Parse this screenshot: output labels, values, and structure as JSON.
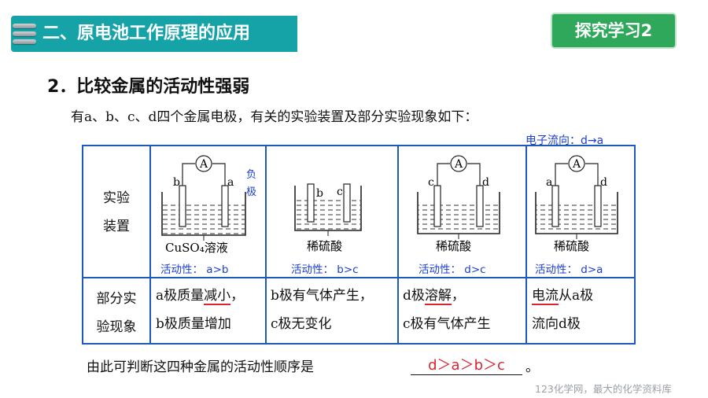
{
  "header": {
    "title": "二、原电池工作原理的应用",
    "badge": "探究学习2"
  },
  "section": {
    "subtitle": "2．比较金属的活动性强弱",
    "intro": "有a、b、c、d四个金属电极，有关的实验装置及部分实验现象如下："
  },
  "electron_flow_note": "电子流向：d→a",
  "table": {
    "row1_label_line1": "实验",
    "row1_label_line2": "装置",
    "row2_label_line1": "部分实",
    "row2_label_line2": "验现象",
    "experiments": [
      {
        "left_electrode": "b",
        "right_electrode": "a",
        "meter": "A",
        "has_meter": true,
        "solution": "CuSO₄溶液",
        "note": "负极",
        "activity": "活动性： a>b",
        "obs_line1_pre": "a极质量",
        "obs_line1_mark": "减小",
        "obs_line1_post": "，",
        "obs_line2": "b极质量增加"
      },
      {
        "left_electrode": "b",
        "right_electrode": "c",
        "meter": "",
        "has_meter": false,
        "solution": "稀硫酸",
        "note": "",
        "activity": "活动性： b>c",
        "obs_line1_pre": "b极有气体产生，",
        "obs_line1_mark": "",
        "obs_line1_post": "",
        "obs_line2": "c极无变化"
      },
      {
        "left_electrode": "c",
        "right_electrode": "d",
        "meter": "A",
        "has_meter": true,
        "solution": "稀硫酸",
        "note": "",
        "activity": "活动性： d>c",
        "obs_line1_pre": "d极",
        "obs_line1_mark": "溶解",
        "obs_line1_post": "，",
        "obs_line2": "c极有气体产生"
      },
      {
        "left_electrode": "a",
        "right_electrode": "d",
        "meter": "A",
        "has_meter": true,
        "solution": "稀硫酸",
        "note": "",
        "activity": "活动性： d>a",
        "obs_line1_pre": "",
        "obs_line1_mark": "电流",
        "obs_line1_post": "从a极",
        "obs_line2": "流向d极"
      }
    ]
  },
  "conclusion": {
    "text": "由此可判断这四种金属的活动性顺序是",
    "answer": "d＞a＞b＞c",
    "period": "。"
  },
  "source": "123化学网，最大的化学资料库",
  "colors": {
    "teal": "#16a3a8",
    "green": "#2fa85b",
    "blue": "#1c59b8",
    "red": "#d8262f"
  }
}
